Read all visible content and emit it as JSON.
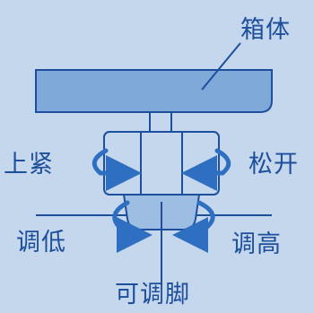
{
  "labels": {
    "cabinet": "箱体",
    "tighten": "上紧",
    "loosen": "松开",
    "lower": "调低",
    "raise": "调高",
    "adjustable_foot": "可调脚"
  },
  "colors": {
    "background": "#c5d7ec",
    "cabinet_fill": "#7fa9d8",
    "outline": "#1d4f9c",
    "arrow": "#2f6fc2",
    "nut_fill": "#c5d7ec",
    "foot_fill": "#9dbde2"
  },
  "icons": {
    "arrow_tighten": "curved-arrow-right",
    "arrow_loosen": "curved-arrow-left",
    "arrow_lower": "curved-arrow-down-left",
    "arrow_raise": "curved-arrow-down-right"
  }
}
